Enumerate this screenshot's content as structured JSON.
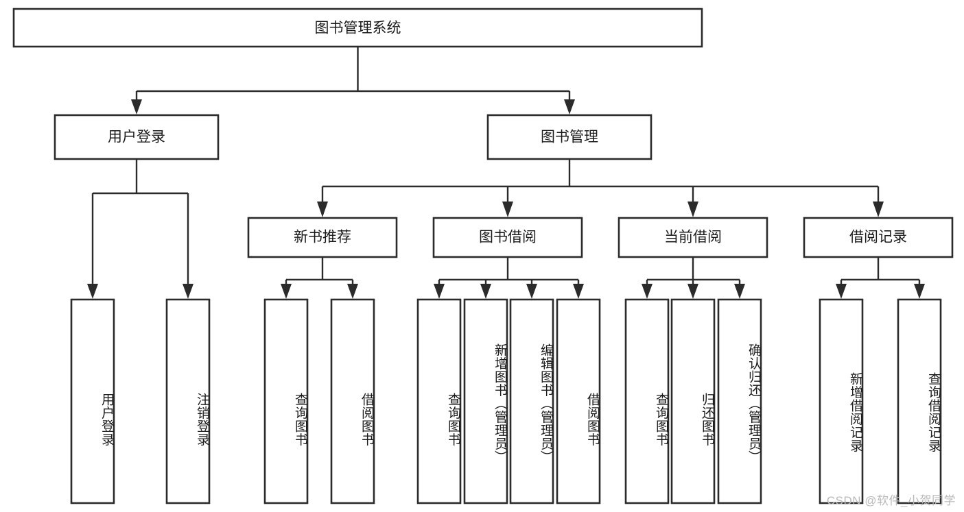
{
  "diagram": {
    "type": "tree",
    "title": "图书管理系统",
    "watermark": "CSDN @软件_小贺同学",
    "colors": {
      "box_stroke": "#2b2b2b",
      "box_fill": "#ffffff",
      "connector": "#2b2b2b",
      "text": "#1b1b1b",
      "watermark": "#b9b9b9",
      "background": "#ffffff"
    },
    "levels": {
      "root": {
        "label": "图书管理系统"
      },
      "level2": [
        {
          "label": "用户登录"
        },
        {
          "label": "图书管理"
        }
      ],
      "level3": [
        {
          "label": "新书推荐"
        },
        {
          "label": "图书借阅"
        },
        {
          "label": "当前借阅"
        },
        {
          "label": "借阅记录"
        }
      ],
      "leaves": {
        "user_login": [
          {
            "label": "用户登录"
          },
          {
            "label": "注销登录"
          }
        ],
        "new_book_recommend": [
          {
            "label": "查询图书"
          },
          {
            "label": "借阅图书"
          }
        ],
        "book_borrow": [
          {
            "label": "查询图书"
          },
          {
            "label": "新增图书（管理员）"
          },
          {
            "label": "编辑图书（管理员）"
          },
          {
            "label": "借阅图书"
          }
        ],
        "current_borrow": [
          {
            "label": "查询图书"
          },
          {
            "label": "归还图书"
          },
          {
            "label": "确认归还（管理员）"
          }
        ],
        "borrow_record": [
          {
            "label": "新增借阅记录"
          },
          {
            "label": "查询借阅记录"
          }
        ]
      }
    }
  }
}
